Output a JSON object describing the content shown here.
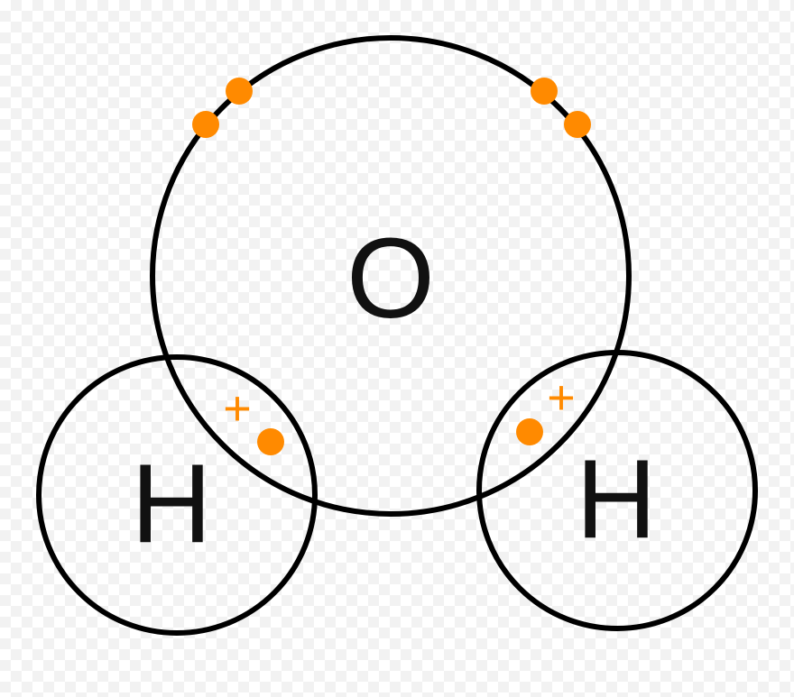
{
  "diagram": {
    "atoms": {
      "oxygen": {
        "symbol": "O"
      },
      "hydrogen_left": {
        "symbol": "H"
      },
      "hydrogen_right": {
        "symbol": "H"
      }
    },
    "charge_symbol": "+",
    "colors": {
      "outline": "#000000",
      "electron": "#ff8a00",
      "charge": "#ff8a00",
      "text": "#111111"
    }
  }
}
